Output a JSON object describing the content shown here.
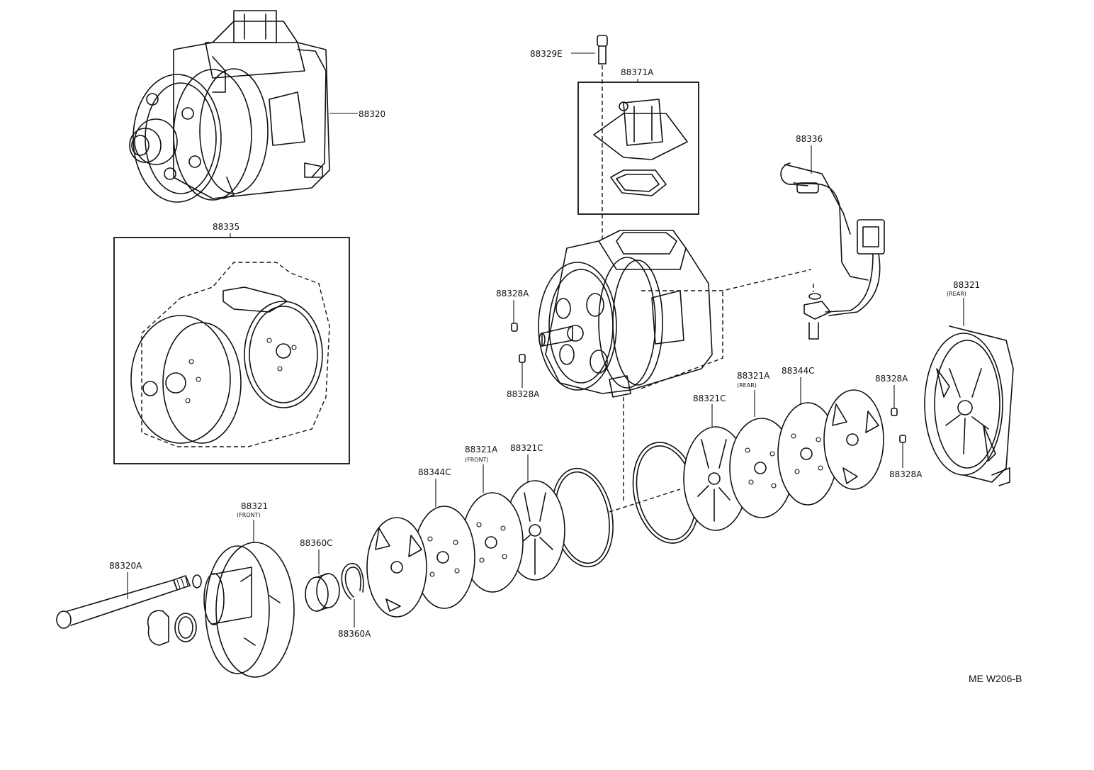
{
  "parts": {
    "p88320": "88320",
    "p88335": "88335",
    "p88329E": "88329E",
    "p88371A": "88371A",
    "p88336": "88336",
    "p88328A_1": "88328A",
    "p88328A_2": "88328A",
    "p88328A_3": "88328A",
    "p88328A_4": "88328A",
    "p88321_rear": "88321",
    "rear_1": "(REAR)",
    "p88321A_rear": "88321A",
    "rear_2": "(REAR)",
    "p88344C_1": "88344C",
    "p88321C_1": "88321C",
    "p88321C_2": "88321C",
    "p88321A_front": "88321A",
    "front_1": "(FRONT)",
    "p88344C_2": "88344C",
    "p88321_front": "88321",
    "front_2": "(FRONT)",
    "p88360C": "88360C",
    "p88360A": "88360A",
    "p88320A": "88320A"
  },
  "diagram_code": "ME W206-B"
}
